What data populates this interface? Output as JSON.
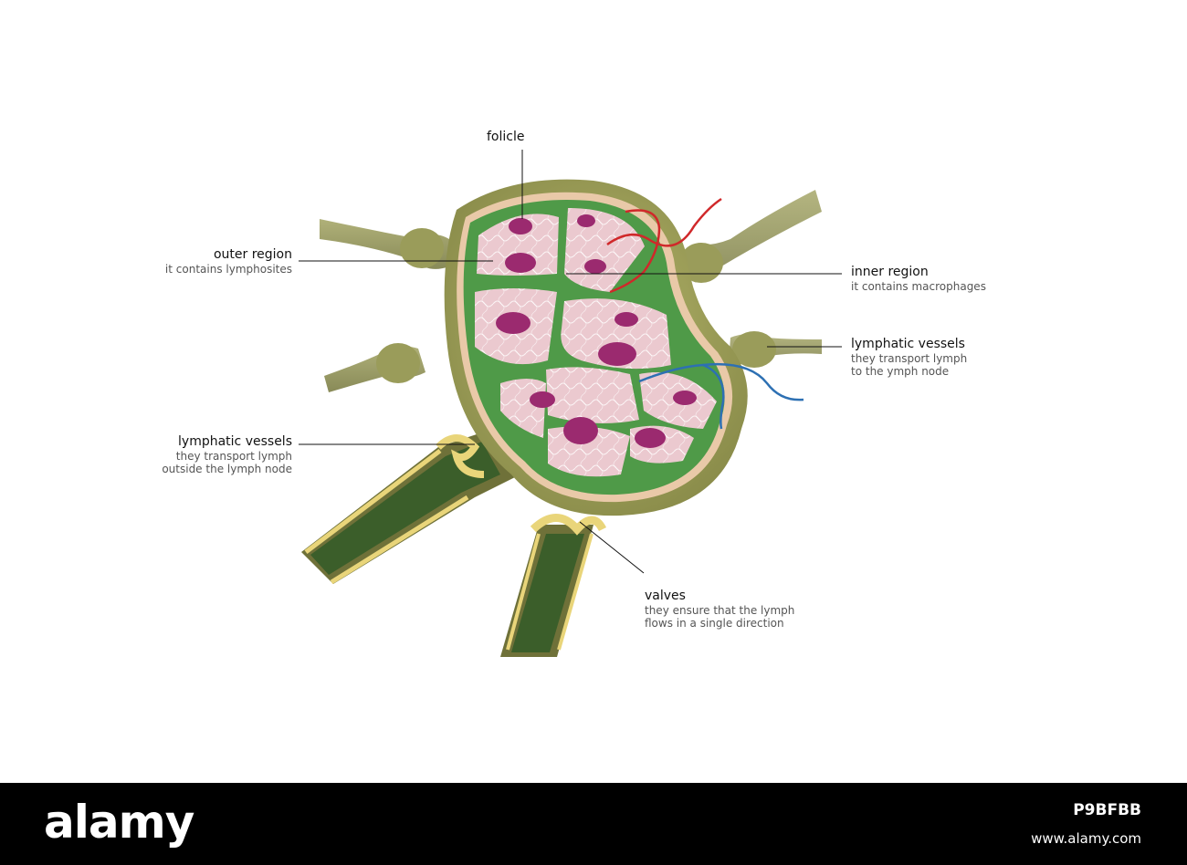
{
  "labels": {
    "folicle": {
      "title": "folicle"
    },
    "outer_region": {
      "title": "outer region",
      "subtitle": "it contains lymphosites"
    },
    "inner_region": {
      "title": "inner region",
      "subtitle": "it contains macrophages"
    },
    "lymphatic_in": {
      "title": "lymphatic vessels",
      "line1": "they transport lymph",
      "line2": "to the ymph node"
    },
    "lymphatic_out": {
      "title": "lymphatic vessels",
      "line1": "they transport lymph",
      "line2": "outside the lymph node"
    },
    "valves": {
      "title": "valves",
      "line1": "they ensure that the lymph",
      "line2": "flows in a single direction"
    }
  },
  "footer": {
    "logo": "alamy",
    "image_id": "P9BFBB",
    "url": "www.alamy.com"
  },
  "colors": {
    "capsule": "#9ea05a",
    "green": "#4f9a48",
    "pink": "#e9c5cc",
    "follicle": "#9b2a6f",
    "vessel": "#8f915a",
    "valve": "#e9d57a",
    "artery": "#d0282a",
    "vein": "#2d70b3"
  }
}
